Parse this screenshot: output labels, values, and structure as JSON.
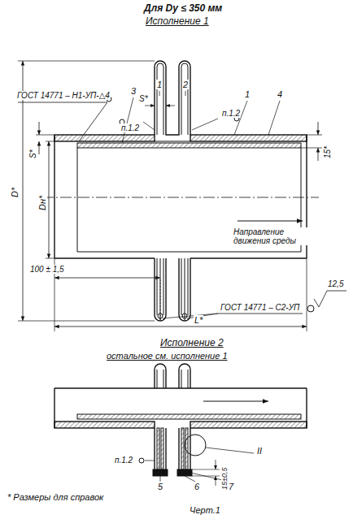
{
  "diagram": {
    "title": "Для Dу ≤ 350 мм",
    "labels": [
      "Исполнение 1",
      "ГОСТ 14771 – Н1-УП-△4",
      "3",
      "1",
      "2",
      "S*",
      "п.1.2",
      "п.1.2",
      "1",
      "4",
      "S*",
      "D*",
      "Dн*",
      "15*",
      "100 ± 1,5",
      "Направление движения среды",
      "ГОСТ 14771 – С2-УП",
      "12,5",
      "L*",
      "Исполнение 2",
      "остальное см. исполнение 1",
      "п.1.2",
      "5",
      "6",
      "7",
      "II",
      "15±0,5",
      "* Размеры для справок",
      "Черт.1"
    ]
  }
}
